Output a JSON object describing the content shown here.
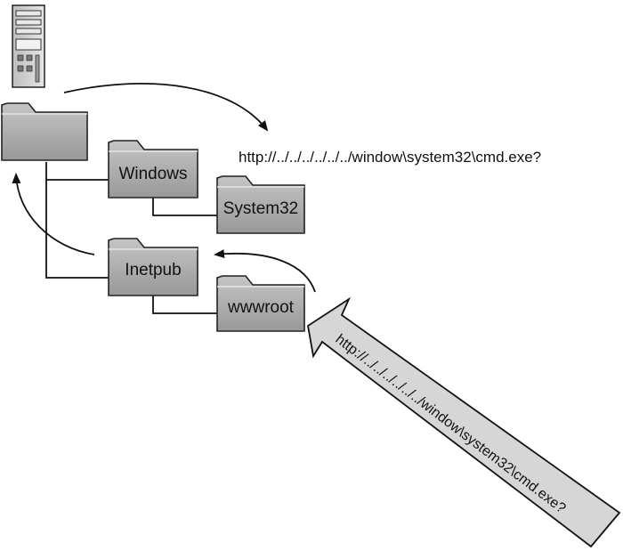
{
  "folders": {
    "root": "",
    "windows": "Windows",
    "system32": "System32",
    "inetpub": "Inetpub",
    "wwwroot": "wwwroot"
  },
  "request_url": "http://../../../../../../window\\system32\\cmd.exe?",
  "attack_url": "http://../../../../../../window\\system32\\cmd.exe?",
  "icons": [
    "server-icon",
    "folder-icon",
    "arrow-icon"
  ]
}
